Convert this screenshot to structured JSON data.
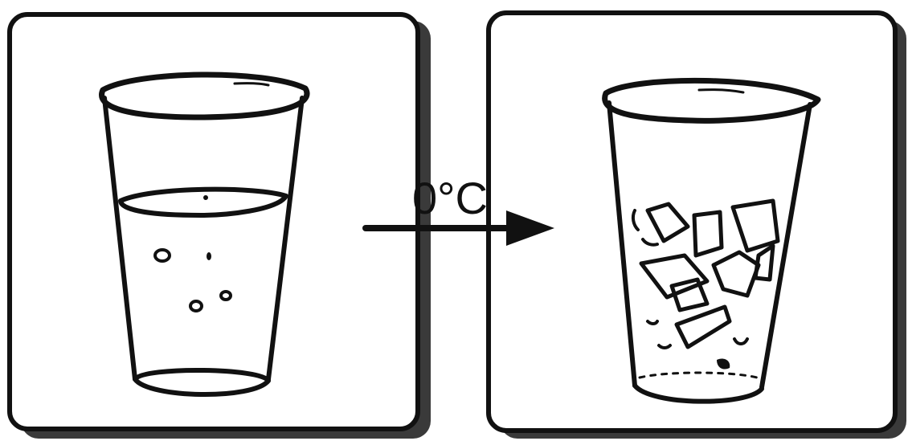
{
  "diagram": {
    "process_label": "0°C",
    "panels": [
      {
        "state": "liquid water",
        "icon": "glass-of-water-icon"
      },
      {
        "state": "ice",
        "icon": "glass-of-ice-icon"
      }
    ],
    "arrow": {
      "direction": "left-to-right"
    },
    "colors": {
      "ink": "#111111",
      "background": "#ffffff",
      "shadow": "#3a3a3a"
    }
  }
}
